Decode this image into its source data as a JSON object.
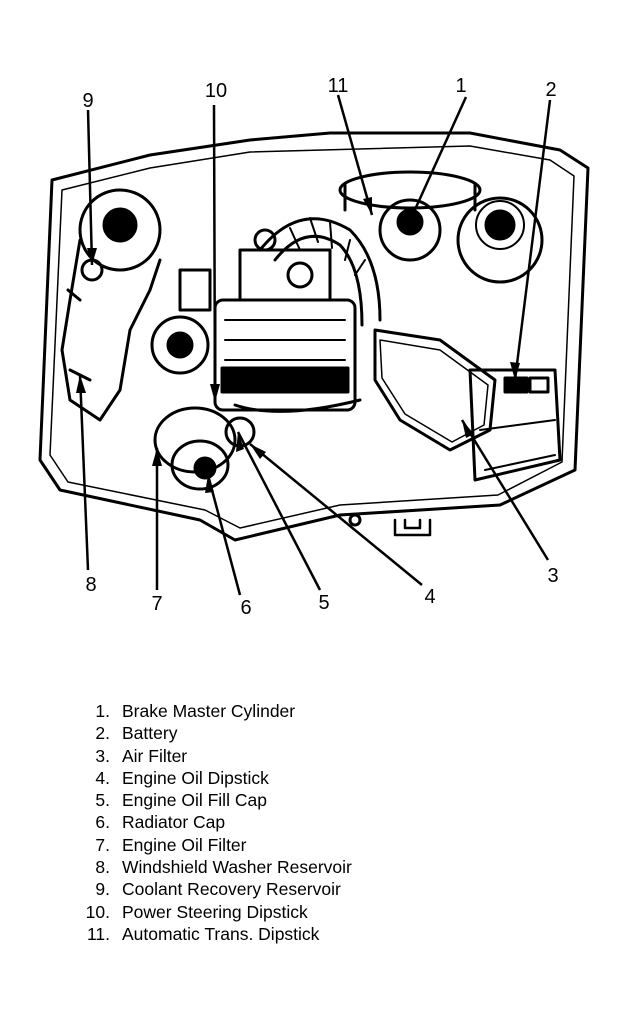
{
  "callouts": [
    {
      "num": "1"
    },
    {
      "num": "2"
    },
    {
      "num": "3"
    },
    {
      "num": "4"
    },
    {
      "num": "5"
    },
    {
      "num": "6"
    },
    {
      "num": "7"
    },
    {
      "num": "8"
    },
    {
      "num": "9"
    },
    {
      "num": "10"
    },
    {
      "num": "11"
    }
  ],
  "legend": [
    {
      "num": "1.",
      "label": "Brake Master Cylinder"
    },
    {
      "num": "2.",
      "label": "Battery"
    },
    {
      "num": "3.",
      "label": "Air Filter"
    },
    {
      "num": "4.",
      "label": "Engine Oil Dipstick"
    },
    {
      "num": "5.",
      "label": "Engine Oil Fill Cap"
    },
    {
      "num": "6.",
      "label": "Radiator Cap"
    },
    {
      "num": "7.",
      "label": "Engine Oil Filter"
    },
    {
      "num": "8.",
      "label": "Windshield Washer Reservoir"
    },
    {
      "num": "9.",
      "label": "Coolant Recovery Reservoir"
    },
    {
      "num": "10.",
      "label": "Power Steering Dipstick"
    },
    {
      "num": "11.",
      "label": "Automatic Trans. Dipstick"
    }
  ]
}
